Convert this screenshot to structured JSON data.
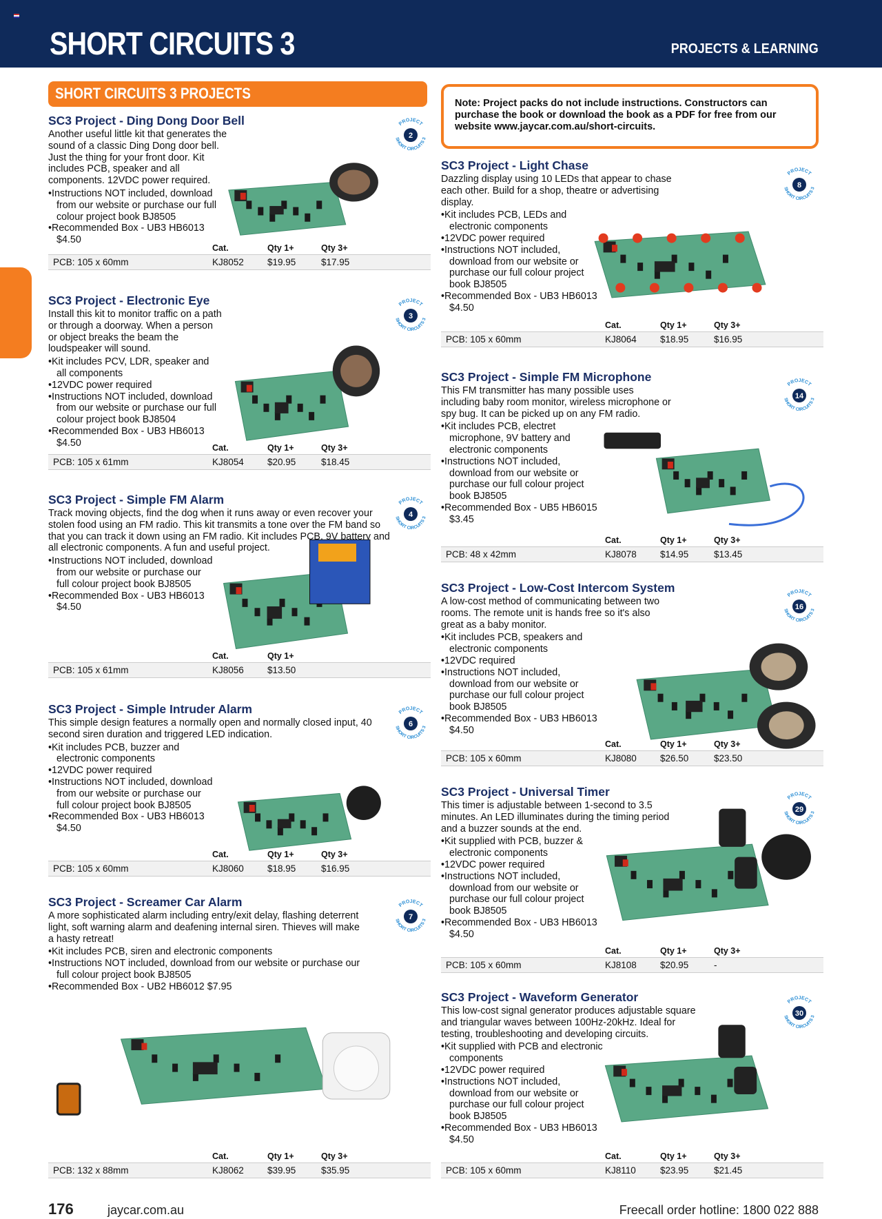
{
  "header": {
    "title": "SHORT CIRCUITS 3",
    "category": "PROJECTS & LEARNING"
  },
  "section_title": "SHORT CIRCUITS 3 PROJECTS",
  "note": "Note: Project packs do not include instructions. Constructors can purchase the book or download the book as a PDF for free from our website www.jaycar.com.au/short-circuits.",
  "badge_text": {
    "top": "PROJECT",
    "bottom": "SHORT CIRCUITS 3"
  },
  "table_headers": {
    "cat": "Cat.",
    "qty1": "Qty 1+",
    "qty3": "Qty 3+"
  },
  "projects": [
    {
      "title": "SC3 Project - Ding Dong Door Bell",
      "badge": "2",
      "desc": "Another useful little kit that generates the sound of a classic Ding Dong door bell. Just the thing for your front door. Kit includes PCB, speaker and all components. 12VDC power required.",
      "bullets": [
        "Instructions NOT included, download from our website or purchase our full colour project book BJ8505",
        "Recommended Box - UB3 HB6013 $4.50"
      ],
      "pcb": "PCB: 105 x 60mm",
      "cat": "KJ8052",
      "qty1": "$19.95",
      "qty3": "$17.95"
    },
    {
      "title": "SC3 Project - Electronic Eye",
      "badge": "3",
      "desc": "Install this kit to monitor traffic on a path or through a doorway. When a person or object breaks the beam the loudspeaker will sound.",
      "bullets": [
        "Kit includes PCV, LDR, speaker and all components",
        "12VDC power required",
        "Instructions NOT included, download from our website or purchase our full colour project book BJ8504",
        "Recommended Box - UB3 HB6013 $4.50"
      ],
      "pcb": "PCB: 105 x 61mm",
      "cat": "KJ8054",
      "qty1": "$20.95",
      "qty3": "$18.45"
    },
    {
      "title": "SC3 Project - Simple FM Alarm",
      "badge": "4",
      "desc": "Track moving objects, find the dog when it runs away or even recover your stolen food using an FM radio. This kit transmits a tone over the FM band so that you can track it down using an FM radio. Kit includes PCB, 9V battery and all electronic components. A fun and useful project.",
      "bullets": [
        "Instructions NOT included, download from our website or purchase our full colour project book BJ8505",
        "Recommended Box - UB3 HB6013 $4.50"
      ],
      "pcb": "PCB: 105 x 61mm",
      "cat": "KJ8056",
      "qty1": "$13.50",
      "qty3": ""
    },
    {
      "title": "SC3 Project - Simple Intruder Alarm",
      "badge": "6",
      "desc": "This simple design features a normally open and normally closed input, 40 second siren duration and triggered LED indication.",
      "bullets": [
        "Kit includes PCB, buzzer and electronic components",
        "12VDC power required",
        "Instructions NOT included, download from our website or purchase our full colour project book BJ8505",
        "Recommended Box - UB3 HB6013 $4.50"
      ],
      "pcb": "PCB: 105 x 60mm",
      "cat": "KJ8060",
      "qty1": "$18.95",
      "qty3": "$16.95"
    },
    {
      "title": "SC3 Project - Screamer Car Alarm",
      "badge": "7",
      "desc": "A more sophisticated alarm including entry/exit delay, flashing deterrent light, soft warning alarm and deafening internal siren. Thieves will make a hasty retreat!",
      "bullets": [
        "Kit includes PCB, siren and electronic components",
        "Instructions NOT included, download from our website or purchase our full colour project book BJ8505",
        "Recommended Box - UB2 HB6012 $7.95"
      ],
      "pcb": "PCB: 132 x 88mm",
      "cat": "KJ8062",
      "qty1": "$39.95",
      "qty3": "$35.95"
    },
    {
      "title": "SC3 Project - Light Chase",
      "badge": "8",
      "desc": "Dazzling display using 10 LEDs that appear to chase each other. Build for a shop, theatre or advertising display.",
      "bullets": [
        "Kit includes PCB, LEDs and electronic components",
        "12VDC power required",
        "Instructions NOT included, download from our website or purchase our full colour project book BJ8505",
        "Recommended Box - UB3 HB6013 $4.50"
      ],
      "pcb": "PCB: 105 x 60mm",
      "cat": "KJ8064",
      "qty1": "$18.95",
      "qty3": "$16.95"
    },
    {
      "title": "SC3 Project - Simple FM Microphone",
      "badge": "14",
      "desc": "This FM transmitter has many possible uses including baby room monitor, wireless microphone or spy bug. It can be picked up on any FM radio.",
      "bullets": [
        "Kit includes PCB, electret microphone, 9V battery and electronic components",
        "Instructions NOT included, download from our website or purchase our full colour project book BJ8505",
        "Recommended Box - UB5 HB6015 $3.45"
      ],
      "pcb": "PCB: 48 x 42mm",
      "cat": "KJ8078",
      "qty1": "$14.95",
      "qty3": "$13.45"
    },
    {
      "title": "SC3 Project - Low-Cost Intercom System",
      "badge": "16",
      "desc": "A low-cost method of communicating between two rooms. The remote unit is hands free so it's also great as a baby monitor.",
      "bullets": [
        "Kit includes PCB, speakers and electronic components",
        "12VDC required",
        "Instructions NOT included, download from our website or purchase our full colour project book BJ8505",
        "Recommended Box - UB3 HB6013 $4.50"
      ],
      "pcb": "PCB: 105 x 60mm",
      "cat": "KJ8080",
      "qty1": "$26.50",
      "qty3": "$23.50"
    },
    {
      "title": "SC3 Project - Universal Timer",
      "badge": "29",
      "desc": "This timer is adjustable between 1-second to 3.5 minutes. An LED illuminates during the timing period and a buzzer sounds at the end.",
      "bullets": [
        "Kit supplied with PCB, buzzer & electronic components",
        "12VDC power required",
        "Instructions NOT included, download from our website or purchase our full colour project book BJ8505",
        "Recommended Box - UB3 HB6013 $4.50"
      ],
      "pcb": "PCB: 105 x 60mm",
      "cat": "KJ8108",
      "qty1": "$20.95",
      "qty3": "-"
    },
    {
      "title": "SC3 Project - Waveform Generator",
      "badge": "30",
      "desc": "This low-cost signal generator produces adjustable square and triangular waves between 100Hz-20kHz. Ideal for testing, troubleshooting and developing circuits.",
      "bullets": [
        "Kit supplied with PCB and electronic components",
        "12VDC power required",
        "Instructions NOT included, download from our website or purchase our full colour project book BJ8505",
        "Recommended Box - UB3 HB6013 $4.50"
      ],
      "pcb": "PCB: 105 x 60mm",
      "cat": "KJ8110",
      "qty1": "$23.95",
      "qty3": "$21.45"
    }
  ],
  "footer": {
    "page": "176",
    "site": "jaycar.com.au",
    "hotline": "Freecall order hotline: 1800 022 888"
  },
  "colors": {
    "navy": "#0f2a5a",
    "orange": "#f47d20",
    "title_blue": "#1b2f66",
    "pcb_green": "#5aa886"
  }
}
